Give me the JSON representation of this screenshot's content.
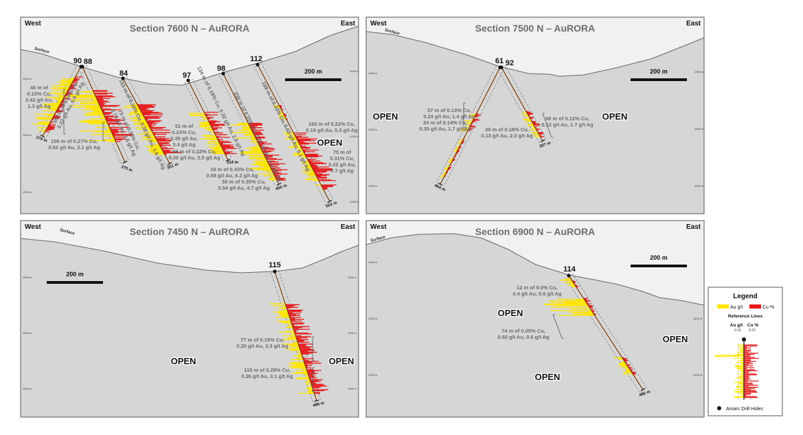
{
  "colors": {
    "au": "#ffe600",
    "cu": "#e8191b",
    "ground": "#d6d6d6",
    "sky": "#f1f1f1",
    "frame": "#555555"
  },
  "common": {
    "west": "West",
    "east": "East",
    "surface": "Surface",
    "open": "OPEN",
    "scale": "200 m"
  },
  "panels": [
    {
      "title": "Section 7600 N – AuRORA",
      "holes": [
        {
          "id": "90",
          "depth": "279 m"
        },
        {
          "id": "88",
          "depth": "375 m"
        },
        {
          "id": "84",
          "depth": "351 m"
        },
        {
          "id": "97",
          "depth": "314 m"
        },
        {
          "id": "98",
          "depth": "450 m"
        },
        {
          "id": "112",
          "depth": "553 m"
        }
      ],
      "intercepts": [
        [
          "48 m of",
          "0.15% Cu,",
          "0.42 g/t Au,",
          "1.3 g/t Ag"
        ],
        [
          "163 m of 0.10% Cu,",
          "0.22 g/t Au, 0.9 g/t Ag"
        ],
        [
          "106 m of 0.27% Cu,",
          "0.62 g/t Au, 3.1 g/t Ag"
        ],
        [
          "75 m of 0.33% Cu,",
          "0.76 g/t Au, 3.6 g/t Ag"
        ],
        [
          "153 m of 0.16% Cu, 0.38 g/t Au, 1.6 g/t Ag"
        ],
        [
          "51 m of",
          "0.23% Cu,",
          "0.35 g/t Au,",
          "3.4 g/t Ag"
        ],
        [
          "98 m of 0.22% Cu,",
          "0.30 g/t Au, 3.5 g/t Ag"
        ],
        [
          "134 m of 0.18% Cu, 0.32 g/t Au, 2.8 g/t Ag"
        ],
        [
          "238 m of 0.25% Cu, 0.61 g/t Au, 4.3 g/t Ag"
        ],
        [
          "18 m of 0.43% Cu,",
          "0.58 g/t Au, 6.2 g/t Ag"
        ],
        [
          "55 m of 0.35% Cu,",
          "0.54 g/t Au, 4.7 g/t Ag"
        ],
        [
          "159 m of 0.33% Cu, 0.63 g/t Au, 5.1 g/t Ag"
        ],
        [
          "165 m of 0.22% Cu,",
          "0.19 g/t Au, 5.3 g/t Ag"
        ],
        [
          "75 m of",
          "0.31% Cu,",
          "0.22 g/t Au,",
          "7.7 g/t Ag"
        ]
      ],
      "elevations": [
        "1400 m",
        "1200 m",
        "1000 m"
      ]
    },
    {
      "title": "Section 7500 N – AuRORA",
      "holes": [
        {
          "id": "61",
          "depth": "464 m"
        },
        {
          "id": "92",
          "depth": "297 m"
        }
      ],
      "intercepts": [
        [
          "57 m of 0.13% Cu,",
          "0.24 g/t Au, 1.4 g/t Ag"
        ],
        [
          "24 m of 0.14% Cu,",
          "0.35 g/t Au, 1.7 g/t Ag"
        ],
        [
          "39 m of 0.16% Cu,",
          "0.13 g/t Au, 2.0 g/t Ag"
        ],
        [
          "66 m of 0.12% Cu,",
          "0.12 g/t Au, 1.7 g/t Ag"
        ]
      ],
      "elevations": [
        "1400 m",
        "1200 m",
        "1000 m"
      ]
    },
    {
      "title": "Section 7450 N – AuRORA",
      "holes": [
        {
          "id": "115",
          "depth": "486 m"
        }
      ],
      "intercepts": [
        [
          "77 m of 0.15% Cu,",
          "0.20 g/t Au, 3.3 g/t Ag"
        ],
        [
          "115 m of 0.29% Cu,",
          "0.26 g/t Au, 3.1 g/t Ag"
        ]
      ],
      "elevations": [
        "1400 m",
        "1200 m",
        "1000 m"
      ]
    },
    {
      "title": "Section 6900 N – AuRORA",
      "holes": [
        {
          "id": "114",
          "depth": "486 m"
        }
      ],
      "intercepts": [
        [
          "12 m of 0.0% Cu,",
          "0.4 g/t Au, 0.6 g/t Ag"
        ],
        [
          "74 m of 0.05% Cu,",
          "0.92 g/t Au, 0.6 g/t Ag"
        ]
      ],
      "elevations": [
        "1600 m",
        "1400 m",
        "1200 m"
      ]
    }
  ],
  "legend": {
    "title": "Legend",
    "au": "Au g/t",
    "cu": "Cu %",
    "ref_title": "Reference Lines",
    "ref_au": "Au g/t",
    "ref_cu": "Cu %",
    "ref_au_val": "0.15",
    "ref_cu_val": "0.15",
    "holes": "Amarc Drill Holes"
  }
}
